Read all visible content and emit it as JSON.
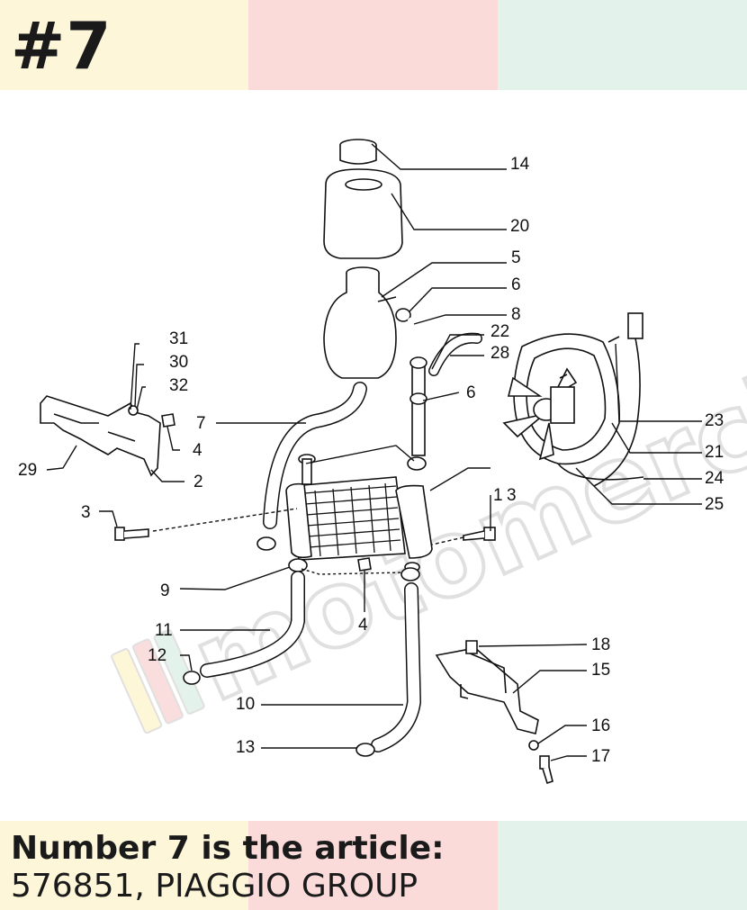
{
  "header": {
    "badge": "#7"
  },
  "caption": {
    "line1": "Number 7 is the article:",
    "line2": "576851, PIAGGIO GROUP"
  },
  "watermark": {
    "text": "motomercia"
  },
  "colors": {
    "band_yellow": "#fdf6d8",
    "band_pink": "#fbdada",
    "band_mint": "#e3f3ec",
    "text": "#1a1a1a"
  },
  "callouts": {
    "c1": "1",
    "c2": "2",
    "c3a": "3",
    "c3b": "3",
    "c4a": "4",
    "c4b": "4",
    "c5": "5",
    "c6a": "6",
    "c6b": "6",
    "c7": "7",
    "c8": "8",
    "c9": "9",
    "c10": "10",
    "c11": "11",
    "c12": "12",
    "c13": "13",
    "c14": "14",
    "c15": "15",
    "c16": "16",
    "c17": "17",
    "c18": "18",
    "c20": "20",
    "c21": "21",
    "c22": "22",
    "c23": "23",
    "c24": "24",
    "c25": "25",
    "c28": "28",
    "c29": "29",
    "c30": "30",
    "c31": "31",
    "c32": "32"
  }
}
